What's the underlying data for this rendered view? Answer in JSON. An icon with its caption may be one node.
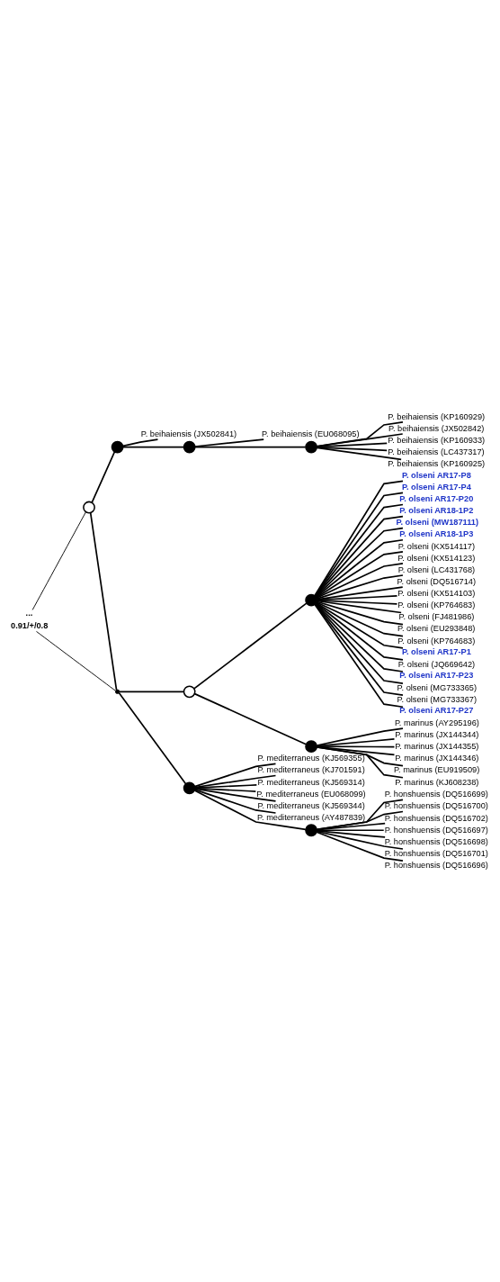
{
  "diagram": {
    "nodes": [
      {
        "text": [
          "P. olseni AR17-P8"
        ]
      },
      {
        "text": [
          "P. olseni AR17-P4"
        ]
      },
      {
        "text": [
          "P. olseni AR17-P20"
        ]
      },
      {
        "text": [
          "P. olseni AR18-1P2"
        ]
      },
      {
        "text": [
          "P. olseni (MW187111)"
        ]
      },
      {
        "text": [
          "P. olseni AR18-1P3"
        ]
      },
      {
        "text": [
          "P. olseni (KX514117)"
        ]
      },
      {
        "text": [
          "P. olseni (KX514123)"
        ]
      },
      {
        "text": [
          "P. olseni (LC431768)"
        ]
      },
      {
        "text": [
          "P. olseni (DQ516714)"
        ]
      },
      {
        "text": [
          "P. olseni (KX514103)"
        ]
      },
      {
        "text": [
          "P. olseni (KP764683)"
        ]
      },
      {
        "text": [
          "P. olseni (FJ481986)"
        ]
      },
      {
        "text": [
          "P. olseni (EU293848)"
        ]
      },
      {
        "text": [
          "P. olseni (KP764683)"
        ]
      },
      {
        "text": [
          "P. olseni AR17-P1"
        ]
      },
      {
        "text": [
          "P. olseni (JQ669642)"
        ]
      },
      {
        "text": [
          "P. olseni AR17-P23"
        ]
      },
      {
        "text": [
          "P. olseni (MG733365)"
        ]
      },
      {
        "text": [
          "P. olseni (MG733367)"
        ]
      },
      {
        "text": [
          "P. olseni AR17-P27"
        ]
      },
      {
        "text": [
          "P. marinus (AY295196)"
        ]
      },
      {
        "text": [
          "P. marinus (JX144344)"
        ]
      },
      {
        "text": [
          "P. marinus (JX144355)"
        ]
      },
      {
        "text": [
          "P. marinus (JX144346)"
        ]
      },
      {
        "text": [
          "P. marinus (EU919509)"
        ]
      },
      {
        "text": [
          "P. marinus (KJ608238)"
        ]
      },
      {
        "text": [
          "P. honshuensis (DQ516699)"
        ]
      },
      {
        "text": [
          "P. honshuensis (DQ516700)"
        ]
      },
      {
        "text": [
          "P. honshuensis (DQ516702)"
        ]
      },
      {
        "text": [
          "P. honshuensis (DQ516697)"
        ]
      },
      {
        "text": [
          "P. honshuensis (DQ516698)"
        ]
      },
      {
        "text": [
          "P. honshuensis (DQ516701)"
        ]
      },
      {
        "text": [
          "P. honshuensis (DQ516696)"
        ]
      },
      {
        "text": [
          "P. mediterraneus (KJ569355)"
        ]
      },
      {
        "text": [
          "P. mediterraneus (KJ701591)"
        ]
      },
      {
        "text": [
          "P. mediterraneus (KJ569314)"
        ]
      },
      {
        "text": [
          "P. mediterraneus (EU068099)"
        ]
      },
      {
        "text": [
          "P. mediterraneus (KJ569344)"
        ]
      },
      {
        "text": [
          "P. mediterraneus (AY487839)"
        ]
      },
      {
        "text": [
          "P. beihaiensis (KP160929)"
        ]
      },
      {
        "text": [
          "P. beihaiensis (JX502842)"
        ]
      },
      {
        "text": [
          "P. beihaiensis (KP160933)"
        ]
      },
      {
        "text": [
          "P. beihaiensis (LC437317)"
        ]
      },
      {
        "text": [
          "P. beihaiensis (KP160925)"
        ]
      },
      {
        "text": [
          "P. beihaiensis (EU068095)"
        ]
      },
      {
        "text": [
          "P. beihaiensis (JX502841)"
        ]
      },
      {
        "text": [],
        "shape": "circle"
      },
      {
        "text": [],
        "shape": "circle"
      },
      {
        "text": [],
        "shape": "circle"
      },
      {
        "text": [],
        "shape": "circle"
      },
      {
        "text": [],
        "shape": "circle"
      },
      {
        "text": [],
        "shape": "circle"
      },
      {
        "text": [],
        "shape": "circle"
      },
      {
        "text": [],
        "shape": "circle"
      },
      {
        "text": [],
        "shape": "circle"
      },
      {
        "text": [
          "0.91/+/0.8"
        ]
      },
      {
        "text": [
          "..."
        ]
      },
      {
        "text": [],
        "shape": "point"
      }
    ],
    "edges": [
      {
        "from": 57,
        "to": 52,
        "arrow": "none"
      },
      {
        "from": 52,
        "to": 58,
        "arrow": "none"
      },
      {
        "from": 58,
        "to": 48,
        "arrow": "none"
      },
      {
        "from": 58,
        "to": 51,
        "arrow": "none"
      },
      {
        "from": 52,
        "to": 55,
        "arrow": "none"
      },
      {
        "from": 48,
        "to": 47,
        "arrow": "none"
      },
      {
        "from": 48,
        "to": 49,
        "arrow": "none"
      },
      {
        "from": 47,
        "to": 0,
        "arrow": "none"
      },
      {
        "from": 47,
        "to": 1,
        "arrow": "none"
      },
      {
        "from": 47,
        "to": 2,
        "arrow": "none"
      },
      {
        "from": 47,
        "to": 3,
        "arrow": "none"
      },
      {
        "from": 47,
        "to": 4,
        "arrow": "none"
      },
      {
        "from": 47,
        "to": 5,
        "arrow": "none"
      },
      {
        "from": 47,
        "to": 6,
        "arrow": "none"
      },
      {
        "from": 47,
        "to": 7,
        "arrow": "none"
      },
      {
        "from": 47,
        "to": 8,
        "arrow": "none"
      },
      {
        "from": 47,
        "to": 9,
        "arrow": "none"
      },
      {
        "from": 47,
        "to": 10,
        "arrow": "none"
      },
      {
        "from": 47,
        "to": 11,
        "arrow": "none"
      },
      {
        "from": 47,
        "to": 12,
        "arrow": "none"
      },
      {
        "from": 47,
        "to": 13,
        "arrow": "none"
      },
      {
        "from": 47,
        "to": 14,
        "arrow": "none"
      },
      {
        "from": 47,
        "to": 15,
        "arrow": "none"
      },
      {
        "from": 47,
        "to": 16,
        "arrow": "none"
      },
      {
        "from": 47,
        "to": 17,
        "arrow": "none"
      },
      {
        "from": 47,
        "to": 18,
        "arrow": "none"
      },
      {
        "from": 47,
        "to": 19,
        "arrow": "none"
      },
      {
        "from": 47,
        "to": 20,
        "arrow": "none"
      },
      {
        "from": 49,
        "to": 21,
        "arrow": "none"
      },
      {
        "from": 49,
        "to": 22,
        "arrow": "none"
      },
      {
        "from": 49,
        "to": 23,
        "arrow": "none"
      },
      {
        "from": 49,
        "to": 24,
        "arrow": "none"
      },
      {
        "from": 49,
        "to": 25,
        "arrow": "none"
      },
      {
        "from": 49,
        "to": 26,
        "arrow": "none"
      },
      {
        "from": 51,
        "to": 50,
        "arrow": "none"
      },
      {
        "from": 50,
        "to": 27,
        "arrow": "none"
      },
      {
        "from": 50,
        "to": 28,
        "arrow": "none"
      },
      {
        "from": 50,
        "to": 29,
        "arrow": "none"
      },
      {
        "from": 50,
        "to": 30,
        "arrow": "none"
      },
      {
        "from": 50,
        "to": 31,
        "arrow": "none"
      },
      {
        "from": 50,
        "to": 32,
        "arrow": "none"
      },
      {
        "from": 50,
        "to": 33,
        "arrow": "none"
      },
      {
        "from": 51,
        "to": 34,
        "arrow": "none"
      },
      {
        "from": 51,
        "to": 35,
        "arrow": "none"
      },
      {
        "from": 51,
        "to": 36,
        "arrow": "none"
      },
      {
        "from": 51,
        "to": 37,
        "arrow": "none"
      },
      {
        "from": 51,
        "to": 38,
        "arrow": "none"
      },
      {
        "from": 51,
        "to": 39,
        "arrow": "none"
      },
      {
        "from": 55,
        "to": 54,
        "arrow": "none"
      },
      {
        "from": 54,
        "to": 53,
        "arrow": "none"
      },
      {
        "from": 53,
        "to": 40,
        "arrow": "none"
      },
      {
        "from": 53,
        "to": 41,
        "arrow": "none"
      },
      {
        "from": 53,
        "to": 42,
        "arrow": "none"
      },
      {
        "from": 53,
        "to": 43,
        "arrow": "none"
      },
      {
        "from": 53,
        "to": 44,
        "arrow": "none"
      },
      {
        "from": 54,
        "to": 45,
        "arrow": "none"
      },
      {
        "from": 55,
        "to": 46,
        "arrow": "none"
      },
      {
        "from": 56,
        "to": 58,
        "arrow": "none"
      }
    ]
  }
}
